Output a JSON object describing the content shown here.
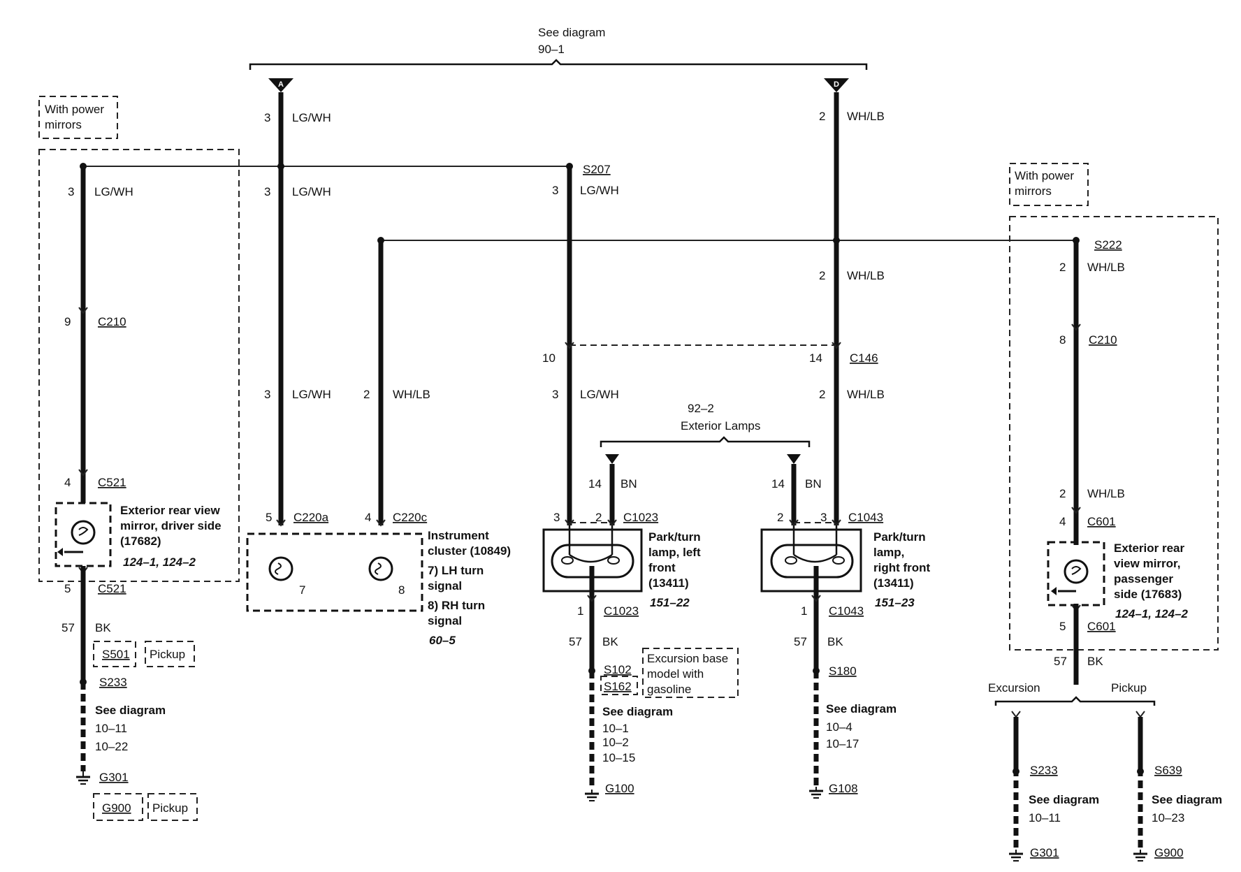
{
  "top_ref": {
    "title": "See diagram",
    "page": "90–1"
  },
  "conn_top_left": "A",
  "conn_top_right": "D",
  "lamps_ref": {
    "page": "92–2",
    "title": "Exterior Lamps"
  },
  "wires": {
    "lgwh_top": {
      "pin": "3",
      "color": "LG/WH"
    },
    "whlb_top": {
      "pin": "2",
      "color": "WH/LB"
    },
    "left_lgwh": {
      "pin": "3",
      "color": "LG/WH"
    },
    "center_lgwh": {
      "pin": "3",
      "color": "LG/WH"
    },
    "s207_lgwh": {
      "pin": "3",
      "color": "LG/WH"
    },
    "d_whlb_mid": {
      "pin": "2",
      "color": "WH/LB"
    },
    "s222_whlb": {
      "pin": "2",
      "color": "WH/LB"
    },
    "c220a_lgwh": {
      "pin": "3",
      "color": "LG/WH"
    },
    "c220c_whlb": {
      "pin": "2",
      "color": "WH/LB"
    },
    "c146_lgwh": {
      "pin": "3",
      "color": "LG/WH"
    },
    "c146_whlb": {
      "pin": "2",
      "color": "WH/LB"
    },
    "bn_left": {
      "pin": "14",
      "color": "BN"
    },
    "bn_right": {
      "pin": "14",
      "color": "BN"
    },
    "c601_whlb": {
      "pin": "2",
      "color": "WH/LB"
    },
    "gnd_left": {
      "pin": "57",
      "color": "BK"
    },
    "gnd_c1023": {
      "pin": "57",
      "color": "BK"
    },
    "gnd_c1043": {
      "pin": "57",
      "color": "BK"
    },
    "gnd_right": {
      "pin": "57",
      "color": "BK"
    }
  },
  "splices": {
    "s207": "S207",
    "s222": "S222"
  },
  "connectors": {
    "c210_left": {
      "pin": "9",
      "name": "C210"
    },
    "c210_right": {
      "pin": "8",
      "name": "C210"
    },
    "c521_top": {
      "pin": "4",
      "name": "C521"
    },
    "c521_bot": {
      "pin": "5",
      "name": "C521"
    },
    "c220a": {
      "pin": "5",
      "name": "C220a"
    },
    "c220c": {
      "pin": "4",
      "name": "C220c"
    },
    "c146": {
      "pin_left": "10",
      "pin_right": "14",
      "name": "C146"
    },
    "c1023_top": {
      "pin_a": "3",
      "pin_b": "2",
      "name": "C1023"
    },
    "c1023_bot": {
      "pin": "1",
      "name": "C1023"
    },
    "c1043_top": {
      "pin_a": "2",
      "pin_b": "3",
      "name": "C1043"
    },
    "c1043_bot": {
      "pin": "1",
      "name": "C1043"
    },
    "c601_top": {
      "pin": "4",
      "name": "C601"
    },
    "c601_bot": {
      "pin": "5",
      "name": "C601"
    }
  },
  "option_boxes": {
    "power_mirrors_left": [
      "With power",
      "mirrors"
    ],
    "power_mirrors_right": [
      "With power",
      "mirrors"
    ],
    "pickup_s501": "Pickup",
    "pickup_g900": "Pickup",
    "excursion_base": [
      "Excursion base",
      "model with",
      "gasoline"
    ]
  },
  "components": {
    "mirror_driver": {
      "lines": [
        "Exterior rear view",
        "mirror, driver side",
        "(17682)"
      ],
      "ref": "124–1, 124–2"
    },
    "cluster": {
      "lines": [
        "Instrument",
        "cluster (10849)",
        "7) LH turn",
        "signal",
        "8) RH turn",
        "signal"
      ],
      "ref": "60–5",
      "pin_a": "7",
      "pin_b": "8"
    },
    "lamp_left": {
      "lines": [
        "Park/turn",
        "lamp, left",
        "front",
        "(13411)"
      ],
      "ref": "151–22"
    },
    "lamp_right": {
      "lines": [
        "Park/turn",
        "lamp,",
        "right front",
        "(13411)"
      ],
      "ref": "151–23"
    },
    "mirror_pass": {
      "lines": [
        "Exterior rear",
        "view mirror,",
        "passenger",
        "side (17683)"
      ],
      "ref": "124–1, 124–2"
    }
  },
  "grounds": {
    "left": {
      "splice_a": "S501",
      "splice_b": "S233",
      "see": "See diagram",
      "refs": [
        "10–11",
        "10–22"
      ],
      "ground": "G301",
      "ground_alt": "G900"
    },
    "c1023": {
      "splice_a": "S102",
      "splice_b": "S162",
      "see": "See diagram",
      "refs": [
        "10–1",
        "10–2",
        "10–15"
      ],
      "ground": "G100"
    },
    "c1043": {
      "splice": "S180",
      "see": "See diagram",
      "refs": [
        "10–4",
        "10–17"
      ],
      "ground": "G108"
    },
    "excursion": {
      "label": "Excursion",
      "splice": "S233",
      "see": "See diagram",
      "refs": [
        "10–11"
      ],
      "ground": "G301"
    },
    "pickup": {
      "label": "Pickup",
      "splice": "S639",
      "see": "See diagram",
      "refs": [
        "10–23"
      ],
      "ground": "G900"
    }
  }
}
